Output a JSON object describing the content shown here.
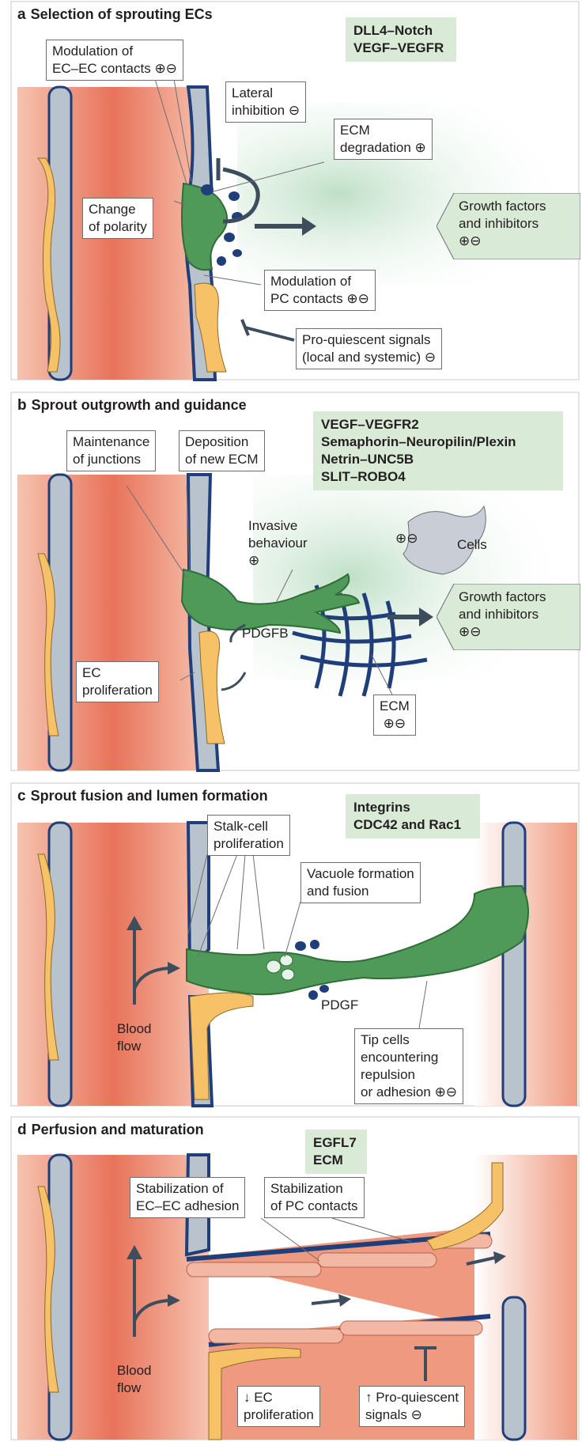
{
  "panel_a": {
    "letter": "a",
    "title": "Selection of sprouting ECs",
    "box": [
      "DLL4–Notch",
      "VEGF–VEGFR"
    ],
    "ec_contacts": [
      "Modulation of",
      "EC–EC contacts ⊕⊖"
    ],
    "lateral": [
      "Lateral",
      "inhibition ⊖"
    ],
    "ecm_deg": [
      "ECM",
      "degradation ⊕"
    ],
    "polarity": [
      "Change",
      "of polarity"
    ],
    "growth": [
      "Growth factors",
      "and inhibitors",
      "⊕⊖"
    ],
    "pc_contacts": [
      "Modulation of",
      "PC contacts  ⊕⊖"
    ],
    "proquiescent": [
      "Pro-quiescent signals",
      "(local and systemic) ⊖"
    ]
  },
  "panel_b": {
    "letter": "b",
    "title": "Sprout outgrowth and guidance",
    "box": [
      "VEGF–VEGFR2",
      "Semaphorin–Neuropilin/Plexin",
      "Netrin–UNC5B",
      "SLIT–ROBO4"
    ],
    "junctions": [
      "Maintenance",
      "of junctions"
    ],
    "deposition": [
      "Deposition",
      "of new ECM"
    ],
    "invasive": [
      "Invasive",
      "behaviour",
      "⊕"
    ],
    "cells": [
      "⊕⊖",
      "Cells"
    ],
    "growth": [
      "Growth factors",
      "and inhibitors",
      "⊕⊖"
    ],
    "pdgfb": "PDGFB",
    "proliferation": [
      "EC",
      "proliferation"
    ],
    "ecm": [
      "ECM",
      "⊕⊖"
    ]
  },
  "panel_c": {
    "letter": "c",
    "title": "Sprout fusion and lumen formation",
    "box": [
      "Integrins",
      "CDC42 and Rac1"
    ],
    "stalk": [
      "Stalk-cell",
      "proliferation"
    ],
    "vacuole": [
      "Vacuole formation",
      "and fusion"
    ],
    "blood_flow": [
      "Blood",
      "flow"
    ],
    "pdgf": "PDGF",
    "tip": [
      "Tip cells",
      "encountering",
      "repulsion",
      "or adhesion ⊕⊖"
    ]
  },
  "panel_d": {
    "letter": "d",
    "title": "Perfusion and maturation",
    "box": [
      "EGFL7",
      "ECM"
    ],
    "stab_ec": [
      "Stabilization of",
      "EC–EC adhesion"
    ],
    "stab_pc": [
      "Stabilization",
      "of PC contacts"
    ],
    "blood_flow": [
      "Blood",
      "flow"
    ],
    "ec_prolif": [
      "↓ EC",
      "proliferation"
    ],
    "proquiescent": [
      "↑ Pro-quiescent",
      "signals  ⊖"
    ]
  },
  "colors": {
    "vessel": "#e8735a",
    "vessel_light": "#f3b8a4",
    "ec": "#b9c3ce",
    "pericyte": "#f7c167",
    "membrane": "#1f3e7a",
    "tip_cell": "#4f9a58",
    "green_box": "#d9ead6",
    "arrow": "#3d4d5c"
  }
}
